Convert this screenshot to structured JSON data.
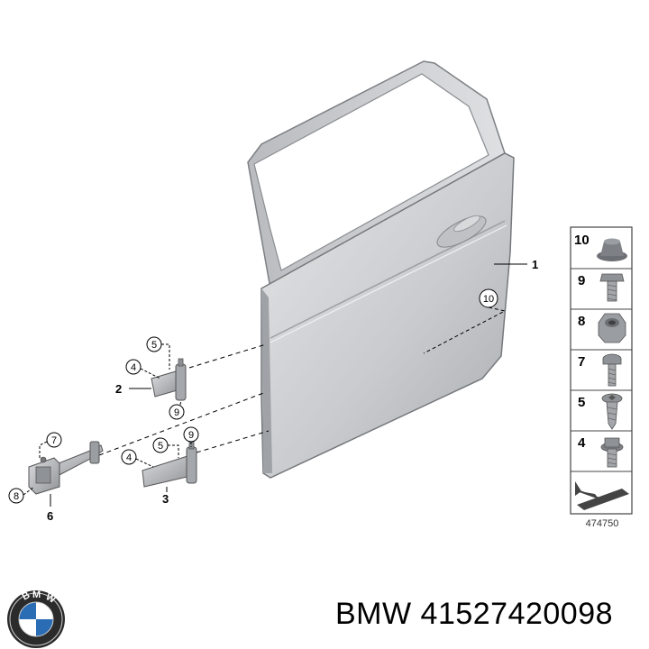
{
  "diagram": {
    "callouts": {
      "door": "1",
      "hinge_upper": "2",
      "hinge_lower": "3",
      "check_strap": "6",
      "upper_circle_5": "5",
      "upper_circle_4": "4",
      "upper_circle_9": "9",
      "lower_circle_4": "4",
      "lower_circle_5": "5",
      "lower_circle_9": "9",
      "strap_circle_7": "7",
      "strap_circle_8": "8",
      "door_circle_10": "10"
    },
    "legend": [
      {
        "number": "10",
        "icon": "grommet-plug-icon"
      },
      {
        "number": "9",
        "icon": "bolt-icon"
      },
      {
        "number": "8",
        "icon": "hex-nut-icon"
      },
      {
        "number": "7",
        "icon": "torx-bolt-icon"
      },
      {
        "number": "5",
        "icon": "torx-screw-icon"
      },
      {
        "number": "4",
        "icon": "flange-bolt-icon"
      }
    ],
    "diagram_id": "474750"
  },
  "brand": {
    "logo_letters": "BMW",
    "part_text": "BMW 41527420098"
  }
}
